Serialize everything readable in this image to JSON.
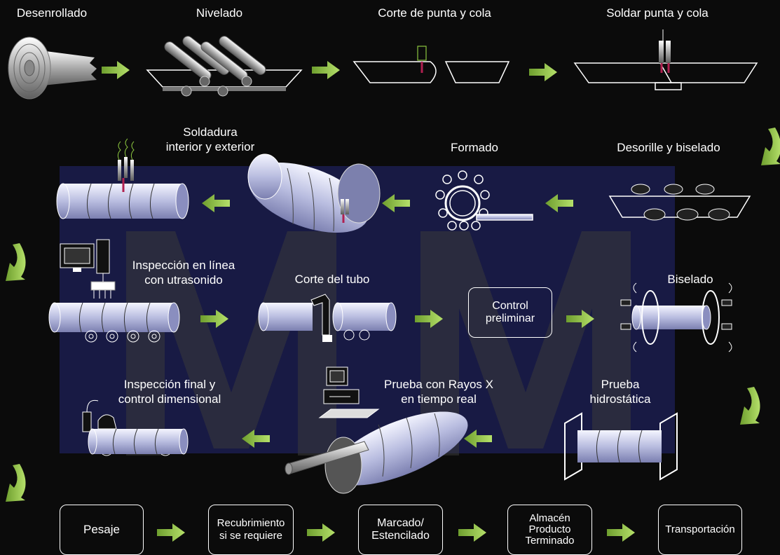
{
  "steps": {
    "desenrollado": "Desenrollado",
    "nivelado": "Nivelado",
    "corte_punta_cola": "Corte de punta y cola",
    "soldar_punta_cola": "Soldar punta y cola",
    "soldadura_line1": "Soldadura",
    "soldadura_line2": "interior y exterior",
    "formado": "Formado",
    "desorille": "Desorille y biselado",
    "inspeccion_line1": "Inspección en línea",
    "inspeccion_line2": "con utrasonido",
    "corte_tubo": "Corte del tubo",
    "biselado": "Biselado",
    "inspeccion_final_line1": "Inspección final y",
    "inspeccion_final_line2": "control dimensional",
    "rayosx_line1": "Prueba con Rayos X",
    "rayosx_line2": "en tiempo real",
    "hidro_line1": "Prueba",
    "hidro_line2": "hidrostática"
  },
  "boxes": {
    "control_line1": "Control",
    "control_line2": "preliminar",
    "pesaje": "Pesaje",
    "recubrimiento_line1": "Recubrimiento",
    "recubrimiento_line2": "si se requiere",
    "marcado_line1": "Marcado/",
    "marcado_line2": "Estencilado",
    "almacen_line1": "Almacén",
    "almacen_line2": "Producto",
    "almacen_line3": "Terminado",
    "transportacion": "Transportación"
  },
  "watermark": "MM",
  "colors": {
    "arrow": "#8cc63f",
    "panel": "#181a44",
    "pipe": "#d8dcf0",
    "torch": "#9b1b3a"
  }
}
